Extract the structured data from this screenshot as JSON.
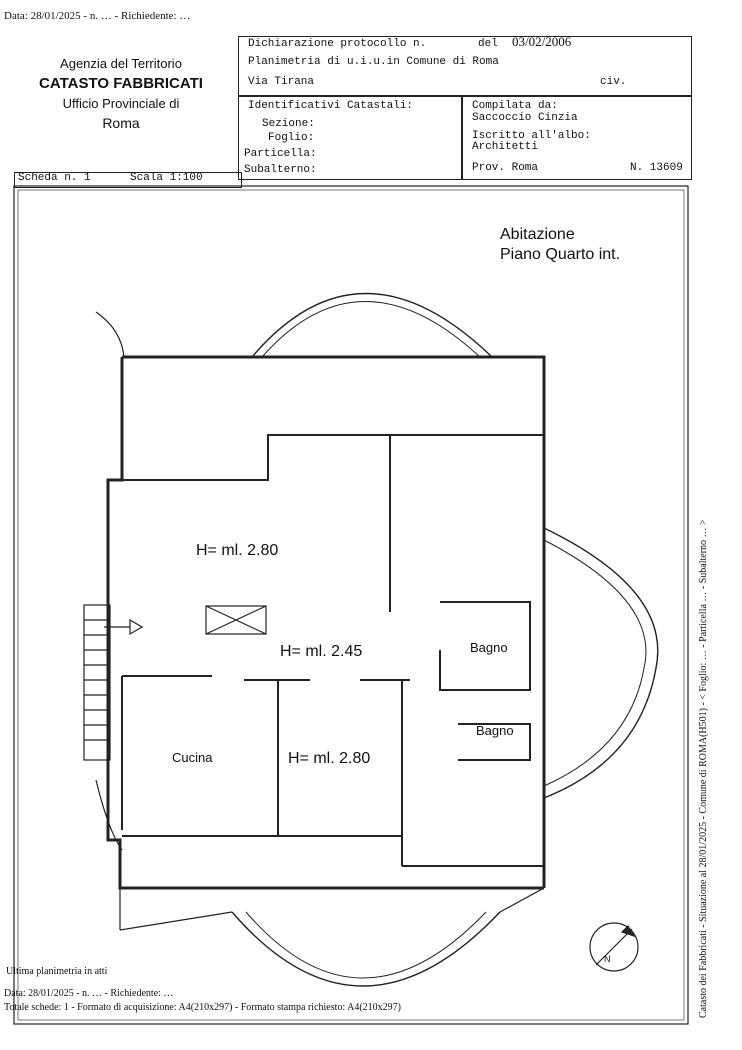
{
  "header": {
    "top_line": "Data: 28/01/2025 - n. … - Richiedente: …",
    "agency_line1": "Agenzia del Territorio",
    "agency_line2": "CATASTO FABBRICATI",
    "agency_line3": "Ufficio Provinciale di",
    "agency_line4": "Roma",
    "declaration_label": "Dichiarazione protocollo n.",
    "declaration_del": "del",
    "declaration_date": "03/02/2006",
    "plan_line": "Planimetria di u.i.u.in Comune di Roma",
    "address": "Via Tirana",
    "civ_label": "civ.",
    "identificativi_label": "Identificativi Catastali:",
    "sezione_label": "Sezione:",
    "foglio_label": "Foglio:",
    "particella_label": "Particella:",
    "subalterno_label": "Subalterno:",
    "compilata_label": "Compilata da:",
    "compilata_name": "Saccoccio Cinzia",
    "iscritto_label": "Iscritto all'albo:",
    "iscritto_value": "Architetti",
    "prov_label": "Prov. Roma",
    "number_label": "N. 13609",
    "scheda": "Scheda n. 1",
    "scala": "Scala 1:100"
  },
  "plan": {
    "title1": "Abitazione",
    "title2": "Piano Quarto int.",
    "height1": "H= ml. 2.80",
    "height2": "H= ml. 2.45",
    "height3": "H= ml. 2.80",
    "room_cucina": "Cucina",
    "room_bagno1": "Bagno",
    "room_bagno2": "Bagno",
    "north": "N"
  },
  "side_text": "Catasto dei Fabbricati - Situazione al 28/01/2025 - Comune di ROMA(H501) - < Foglio: … - Particella … - Subalterno … >",
  "footer": {
    "line1": "Ultima planimetria in atti",
    "line2": "Data: 28/01/2025 - n. … - Richiedente: …",
    "line3": "Totale schede: 1 - Formato di acquisizione: A4(210x297) - Formato stampa richiesto: A4(210x297)"
  }
}
